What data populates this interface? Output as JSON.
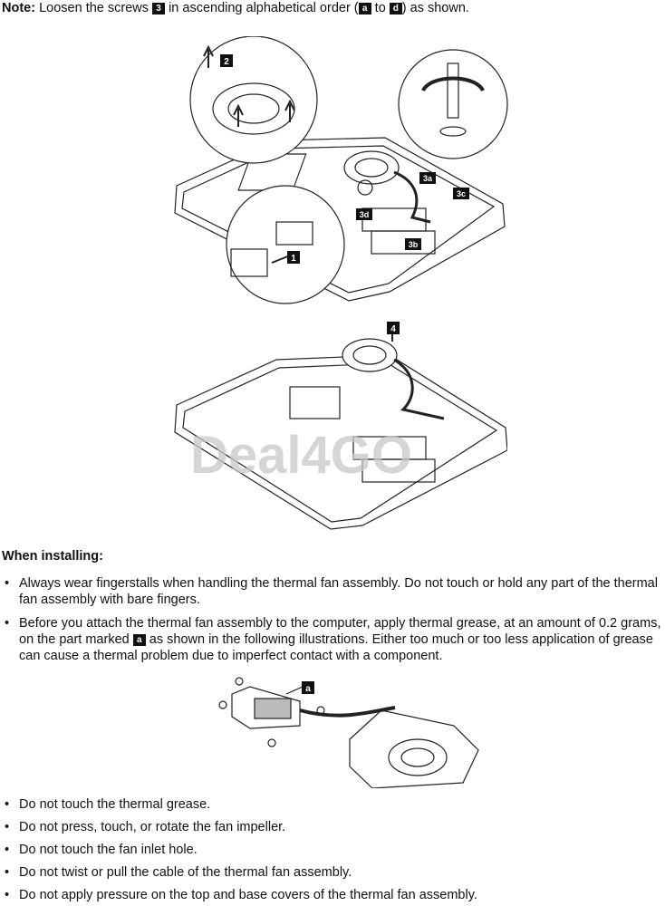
{
  "note": {
    "label": "Note:",
    "part1": "Loosen the screws",
    "screw_badge": "3",
    "part2": "in ascending alphabetical order (",
    "from_badge": "a",
    "to_word": "to",
    "to_badge": "d",
    "part3": ") as shown."
  },
  "figure1": {
    "callouts": {
      "c1": "1",
      "c2": "2",
      "c3a": "3a",
      "c3b": "3b",
      "c3c": "3c",
      "c3d": "3d"
    }
  },
  "figure2": {
    "callouts": {
      "c4": "4"
    },
    "watermark": "Deal4GO"
  },
  "install": {
    "heading": "When installing:",
    "bullet1": "Always wear fingerstalls when handling the thermal fan assembly. Do not touch or hold any part of the thermal fan assembly with bare fingers.",
    "bullet2_part1": "Before you attach the thermal fan assembly to the computer, apply thermal grease, at an amount of 0.2 grams, on the part marked",
    "bullet2_badge": "a",
    "bullet2_part2": "as shown in the following illustrations. Either too much or too less application of grease can cause a thermal problem due to imperfect contact with a component."
  },
  "figure3": {
    "callouts": {
      "ca": "a"
    }
  },
  "tips": [
    "Do not touch the thermal grease.",
    "Do not press, touch, or rotate the fan impeller.",
    "Do not touch the fan inlet hole.",
    "Do not twist or pull the cable of the thermal fan assembly.",
    "Do not apply pressure on the top and base covers of the thermal fan assembly."
  ]
}
